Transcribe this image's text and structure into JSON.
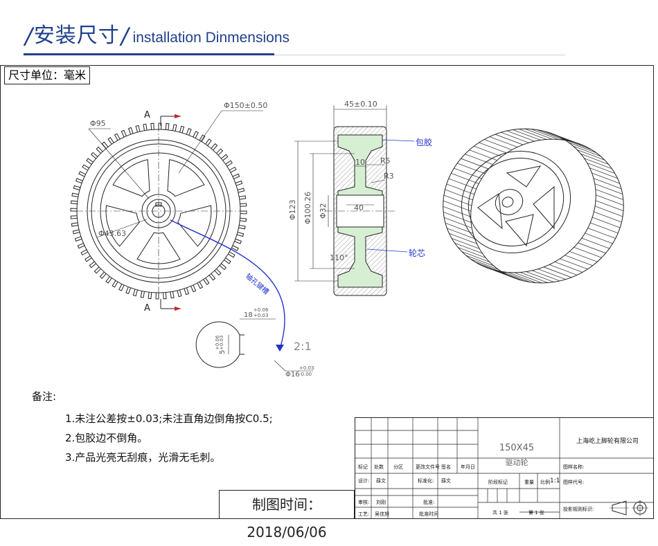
{
  "header": {
    "title_cn": "安装尺寸",
    "title_en": "installation Dinmensions",
    "accent": "#1e3f8c"
  },
  "drawing": {
    "unit": "尺寸单位：毫米",
    "section_label": "A",
    "dims": {
      "outer_diameter": "Φ150±0.50",
      "hub_diameter": "Φ95",
      "bore_region": "Φ43.63",
      "width": "45±0.10",
      "d123": "Φ123",
      "d100": "Φ100.26",
      "d32": "Φ32",
      "hub_len": "10",
      "hub_bore_len": "40",
      "r5": "R5",
      "r3": "R3",
      "angle": "110°",
      "keyway_width": "18",
      "keyway_width_tol_up": "+0.06",
      "keyway_width_tol_dn": "+0.03",
      "keyway_depth": "5",
      "keyway_depth_tol_up": "+0.06",
      "keyway_depth_tol_dn": "+0.03",
      "bore": "Φ16",
      "bore_tol_up": "+0.03",
      "bore_tol_dn": "-0.00",
      "scale_detail": "2:1"
    },
    "labels": {
      "rubber": "包胶",
      "core": "轮芯",
      "keyway_note": "轴孔键槽"
    }
  },
  "notes": {
    "title": "备注:",
    "items": [
      "1.未注公差按±0.03;未注直角边倒角按C0.5;",
      "2.包胶边不倒角。",
      "3.产品光亮无刮痕，光滑无毛刺。"
    ]
  },
  "drawtime": "制图时间：2018/06/06",
  "title_block": {
    "spec": "150X45",
    "part_name": "驱动轮",
    "company": "上海屹上脚轮有限公司",
    "row_mark": [
      "标记",
      "处数",
      "分区",
      "更改文件号",
      "签名",
      "年月日"
    ],
    "design": "设计:",
    "designer": "薛文",
    "standardize": "标准化:",
    "standardizer": "薛文",
    "review": "审核:",
    "reviewer": "刘刚",
    "process": "工艺:",
    "processor": "吴佳旭",
    "approve": "批准:",
    "date_label": "批准时间",
    "stage_mark": "阶段标记",
    "weight": "重量",
    "scale": "比例",
    "scale_value": "1:1",
    "sheets_total": "共 1 张",
    "sheet_no": "第 1 张",
    "drawing_name": "图样名称:",
    "drawing_code": "图样代号:",
    "projection": "投影规则标识:"
  }
}
